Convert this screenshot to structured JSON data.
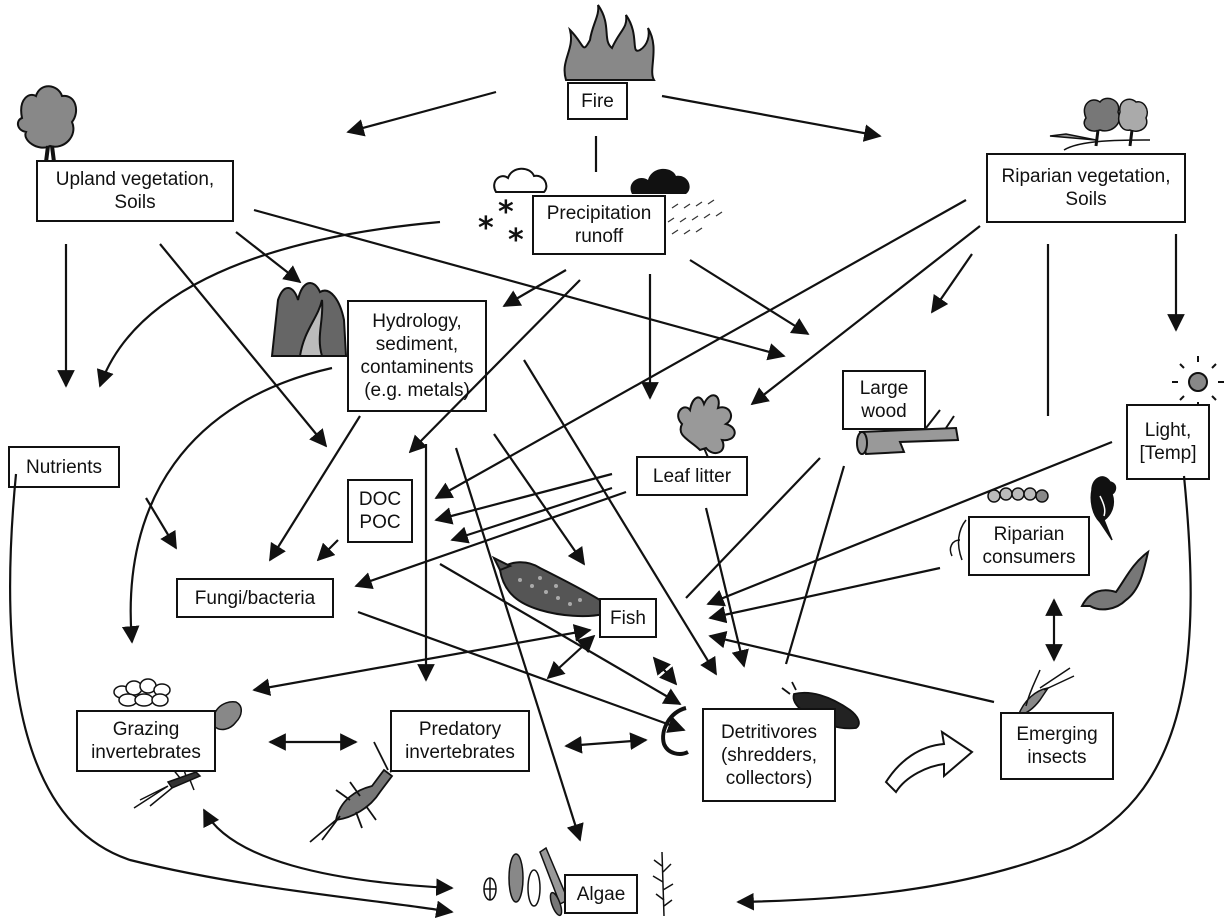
{
  "nodes": {
    "fire": "Fire",
    "upland": "Upland vegetation,\nSoils",
    "precip": "Precipitation\nrunoff",
    "riparian_veg": "Riparian vegetation,\nSoils",
    "hydrology": "Hydrology,\nsediment,\ncontaminents\n(e.g. metals)",
    "large_wood": "Large\nwood",
    "nutrients": "Nutrients",
    "leaf_litter": "Leaf litter",
    "light": "Light,\n[Temp]",
    "doc_poc": "DOC\nPOC",
    "riparian_cons": "Riparian\nconsumers",
    "fungi": "Fungi/bacteria",
    "fish": "Fish",
    "grazing": "Grazing\ninvertebrates",
    "predatory": "Predatory\ninvertebrates",
    "detritivores": "Detritivores\n(shredders,\ncollectors)",
    "emerging": "Emerging\ninsects",
    "algae": "Algae"
  },
  "icons": [
    "fire-icon",
    "tree-icon",
    "riparian-trees-icon",
    "cloud-icon",
    "rain-cloud-icon",
    "snowflake-icon",
    "rain-icon",
    "mountain-icon",
    "leaf-icon",
    "wood-icon",
    "sun-icon",
    "bird-icon",
    "bat-icon",
    "caterpillar-icon",
    "fish-icon",
    "snail-icon",
    "caddis-case-icon",
    "mayfly-nymph-icon",
    "stonefly-icon",
    "worm-icon",
    "larva-icon",
    "mayfly-icon",
    "diatom-icon",
    "plant-icon",
    "curved-arrow-icon"
  ],
  "colors": {
    "ink": "#111111",
    "gray": "#8a8a8a",
    "dark": "#333333"
  }
}
